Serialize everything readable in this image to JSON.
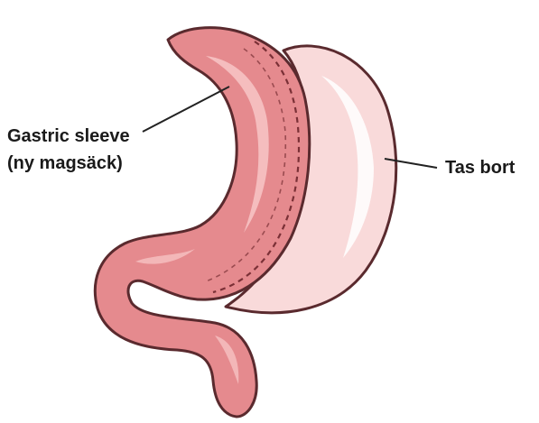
{
  "labels": {
    "sleeve_line1": "Gastric sleeve",
    "sleeve_line2": "(ny magsäck)",
    "removed": "Tas bort"
  },
  "colors": {
    "sleeve_fill": "#e58a8e",
    "sleeve_highlight": "#f6c2c3",
    "sleeve_outline": "#5a2a2e",
    "removed_fill": "#f9dada",
    "removed_highlight": "#ffffff",
    "removed_outline": "#5a2a2e",
    "staple_line": "#7a3036",
    "leader_line": "#222222"
  }
}
